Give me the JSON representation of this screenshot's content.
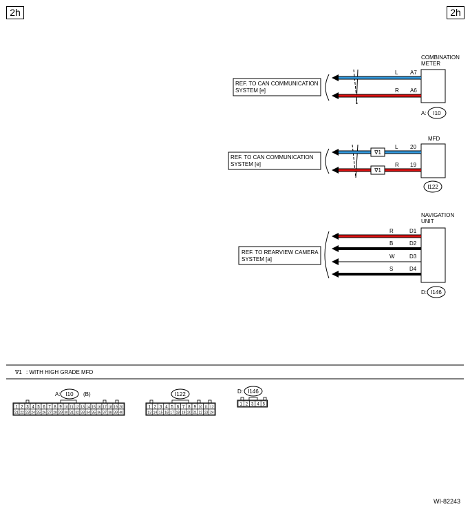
{
  "page_tag": "2h",
  "diagram_id": "WI-82243",
  "colors": {
    "blue": "#3399dd",
    "red": "#dd1111",
    "black": "#000000",
    "white_wire": "#ffffff"
  },
  "groups": [
    {
      "ref_line1": "REF. TO CAN COMMUNICATION",
      "ref_line2": "SYSTEM [e]",
      "unit_line1": "COMBINATION",
      "unit_line2": "METER",
      "conn_prefix": "A:",
      "conn_id": "I10",
      "wires": [
        {
          "color": "L",
          "pin": "A7",
          "wire": "blue"
        },
        {
          "color": "R",
          "pin": "A6",
          "wire": "red"
        }
      ]
    },
    {
      "ref_line1": "REF. TO CAN COMMUNICATION",
      "ref_line2": "SYSTEM [e]",
      "unit_line1": "MFD",
      "unit_line2": "",
      "conn_prefix": "",
      "conn_id": "I122",
      "mark": "∇1",
      "wires": [
        {
          "color": "L",
          "pin": "20",
          "wire": "blue"
        },
        {
          "color": "R",
          "pin": "19",
          "wire": "red"
        }
      ]
    },
    {
      "ref_line1": "REF. TO REARVIEW CAMERA",
      "ref_line2": "SYSTEM  [a]",
      "unit_line1": "NAVIGATION",
      "unit_line2": "UNIT",
      "conn_prefix": "D:",
      "conn_id": "I146",
      "wires": [
        {
          "color": "R",
          "pin": "D1",
          "wire": "red"
        },
        {
          "color": "B",
          "pin": "D2",
          "wire": "black"
        },
        {
          "color": "W",
          "pin": "D3",
          "wire": "white"
        },
        {
          "color": "S",
          "pin": "D4",
          "wire": "black"
        }
      ]
    }
  ],
  "note": {
    "mark": "∇1",
    "text": ": WITH HIGH GRADE MFD"
  },
  "connectors": [
    {
      "prefix": "A:",
      "id": "I10",
      "suffix": "(B)",
      "row1": [
        "1",
        "2",
        "3",
        "4",
        "5",
        "6",
        "7",
        "8",
        "9",
        "10",
        "11",
        "12",
        "13",
        "14",
        "15",
        "16",
        "17",
        "18",
        "19",
        "20"
      ],
      "row2": [
        "21",
        "22",
        "23",
        "24",
        "25",
        "26",
        "27",
        "28",
        "29",
        "30",
        "31",
        "32",
        "33",
        "34",
        "35",
        "36",
        "37",
        "38",
        "39",
        "40"
      ]
    },
    {
      "prefix": "",
      "id": "I122",
      "suffix": "",
      "row1": [
        "1",
        "2",
        "3",
        "4",
        "5",
        "6",
        "7",
        "8",
        "9",
        "10",
        "11",
        "12"
      ],
      "row2": [
        "13",
        "14",
        "15",
        "16",
        "17",
        "18",
        "19",
        "20",
        "21",
        "22",
        "23",
        "24"
      ]
    },
    {
      "prefix": "D:",
      "id": "I146",
      "suffix": "",
      "row1": [
        "1",
        "2",
        "3",
        "4",
        "5"
      ],
      "row2": []
    }
  ]
}
